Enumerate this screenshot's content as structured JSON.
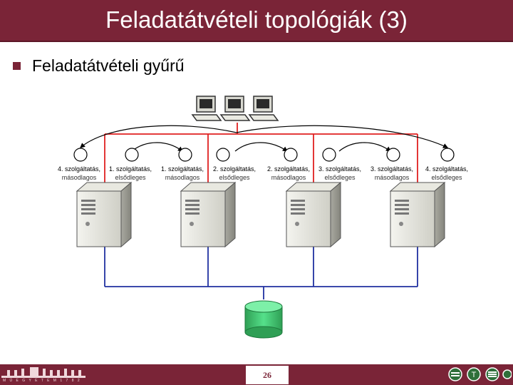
{
  "slide": {
    "title": "Feladatátvételi topológiák (3)",
    "bullet": "Feladatátvételi gyűrű",
    "page_number": "26",
    "footer_logo_text": "M Ű E G Y E T E M   1 7 8 2"
  },
  "diagram": {
    "services": [
      {
        "line1": "4. szolgáltatás,",
        "line2": "másodlagos"
      },
      {
        "line1": "1. szolgáltatás,",
        "line2": "elsődleges"
      },
      {
        "line1": "1. szolgáltatás,",
        "line2": "másodlagos"
      },
      {
        "line1": "2. szolgáltatás,",
        "line2": "elsődleges"
      },
      {
        "line1": "2. szolgáltatás,",
        "line2": "másodlagos"
      },
      {
        "line1": "3. szolgáltatás,",
        "line2": "elsődleges"
      },
      {
        "line1": "3. szolgáltatás,",
        "line2": "másodlagos"
      },
      {
        "line1": "4. szolgáltatás,",
        "line2": "elsődleges"
      }
    ]
  },
  "colors": {
    "brand": "#7a2437",
    "client_network": "#e02020",
    "storage_network": "#2030a0",
    "storage": "#3cc86a"
  },
  "icons": [
    "workstation-icon",
    "server-icon",
    "database-icon",
    "university-logo-icon",
    "nav-prev-icon",
    "nav-home-icon",
    "nav-next-icon"
  ]
}
